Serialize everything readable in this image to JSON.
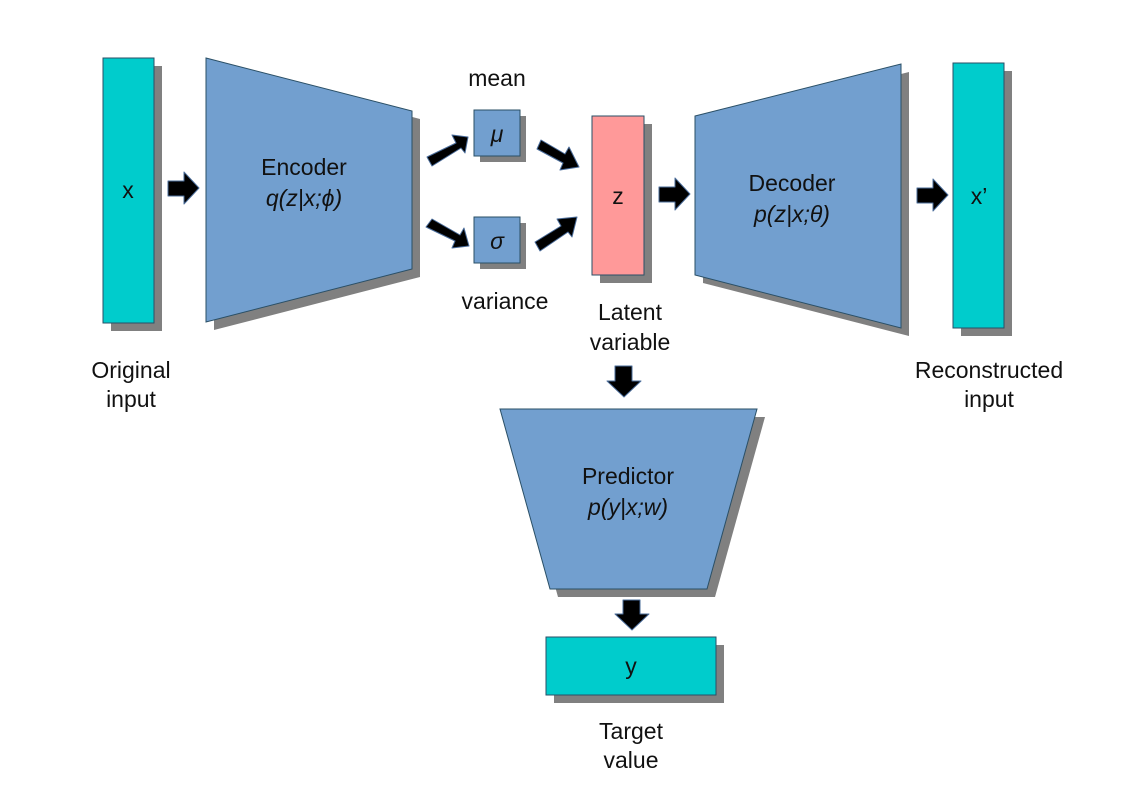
{
  "colors": {
    "input_box": "#00cccc",
    "network": "#729fcf",
    "latent": "#ff9999",
    "shadow": "#808080",
    "arrow": "#000000",
    "arrow_outline": "#4a6c9a"
  },
  "input": {
    "box_label": "x",
    "caption_line1": "Original",
    "caption_line2": "input"
  },
  "encoder": {
    "title": "Encoder",
    "formula": "q(z|x;ϕ)"
  },
  "mean": {
    "symbol": "μ",
    "caption": "mean"
  },
  "variance": {
    "symbol": "σ",
    "caption": "variance"
  },
  "latent": {
    "box_label": "z",
    "caption_line1": "Latent",
    "caption_line2": "variable"
  },
  "decoder": {
    "title": "Decoder",
    "formula": "p(z|x;θ)"
  },
  "reconstructed": {
    "box_label": "x’",
    "caption_line1": "Reconstructed",
    "caption_line2": "input"
  },
  "predictor": {
    "title": "Predictor",
    "formula": "p(y|x;w)"
  },
  "target": {
    "box_label": "y",
    "caption_line1": "Target",
    "caption_line2": "value"
  }
}
